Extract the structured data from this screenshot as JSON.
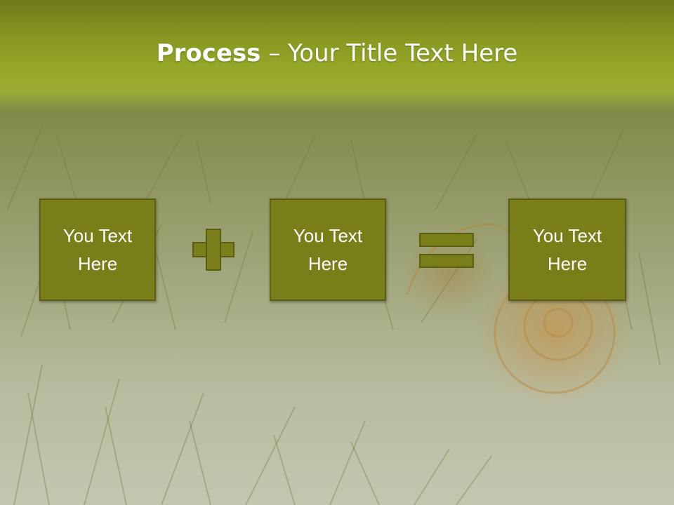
{
  "slide": {
    "title_bold": "Process",
    "title_rest": " – Your Title Text Here",
    "boxes": [
      {
        "text": "You Text\nHere"
      },
      {
        "text": "You Text\nHere"
      },
      {
        "text": "You Text\nHere"
      }
    ],
    "operators": [
      "plus-icon",
      "equals-icon"
    ],
    "colors": {
      "header": "#8a9a22",
      "box_fill": "#7a7e18",
      "box_border": "#5b5e12",
      "text": "#ffffff"
    }
  }
}
